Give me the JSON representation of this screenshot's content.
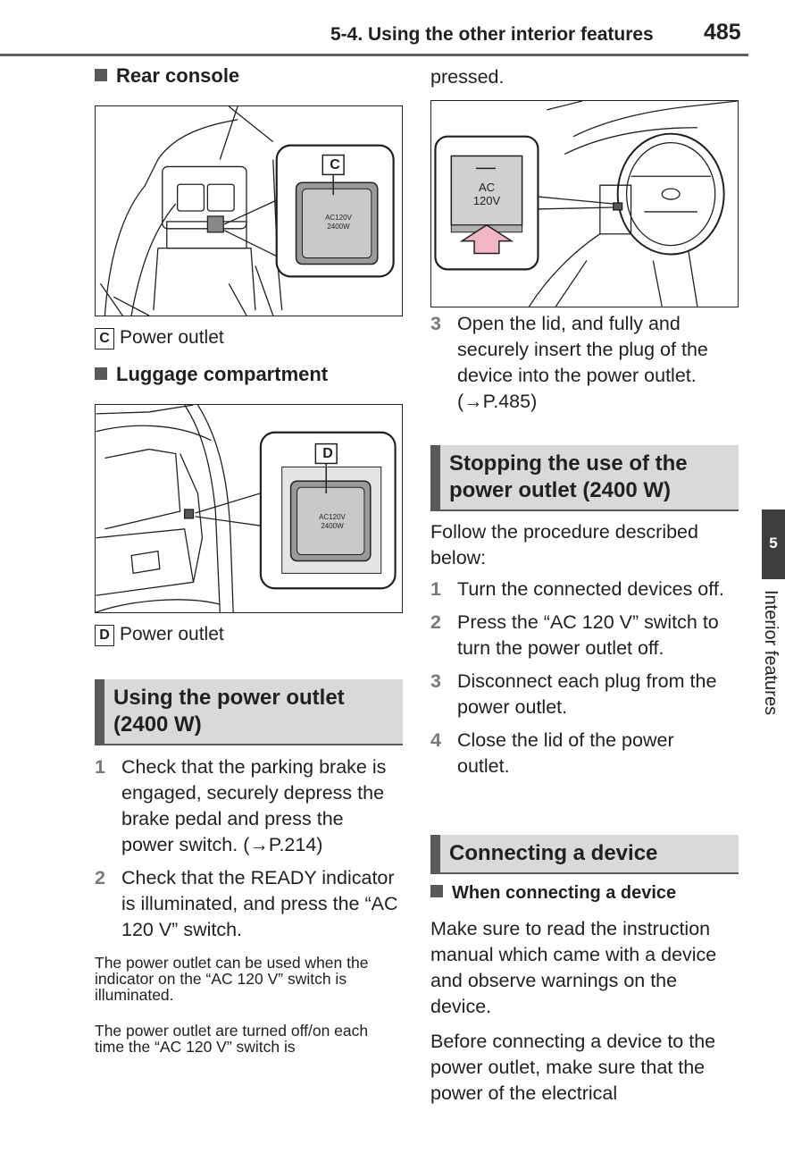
{
  "header": {
    "section": "5-4. Using the other interior features",
    "page_number": "485"
  },
  "side_tab": {
    "number": "5",
    "label": "Interior features"
  },
  "left": {
    "rear_console": {
      "heading": "Rear console",
      "callout": "C",
      "outlet_label": "AC120V\n2400W",
      "caption_text": "Power outlet"
    },
    "luggage": {
      "heading": "Luggage compartment",
      "callout": "D",
      "outlet_label": "AC120V\n2400W",
      "caption_text": "Power outlet"
    },
    "using": {
      "title": "Using the power outlet (2400 W)",
      "steps": [
        {
          "num": "1",
          "text": "Check that the parking brake is engaged, securely depress the brake pedal and press the power switch. (→P.214)"
        },
        {
          "num": "2",
          "text": "Check that the READY indicator is illuminated, and press the “AC 120 V” switch."
        }
      ],
      "note1": "The power outlet can be used when the indicator on the “AC 120 V” switch is illuminated.",
      "note2": "The power outlet are turned off/on each time the “AC 120 V” switch is"
    }
  },
  "right": {
    "continued": "pressed.",
    "switch_label": "AC\n120V",
    "step3": {
      "num": "3",
      "text": "Open the lid, and fully and securely insert the plug of the device into the power outlet. (→P.485)"
    },
    "stopping": {
      "title": "Stopping the use of the power outlet (2400 W)",
      "intro": "Follow the procedure described below:",
      "steps": [
        {
          "num": "1",
          "text": "Turn the connected devices off."
        },
        {
          "num": "2",
          "text": "Press the “AC 120 V” switch to turn the power outlet off."
        },
        {
          "num": "3",
          "text": "Disconnect each plug from the power outlet."
        },
        {
          "num": "4",
          "text": "Close the lid of the power outlet."
        }
      ]
    },
    "connecting": {
      "title": "Connecting a device",
      "subheading": "When connecting a device",
      "para1": "Make sure to read the instruction manual which came with a device and observe warnings on the device.",
      "para2": "Before connecting a device to the power outlet, make sure that the power of the electrical"
    }
  }
}
